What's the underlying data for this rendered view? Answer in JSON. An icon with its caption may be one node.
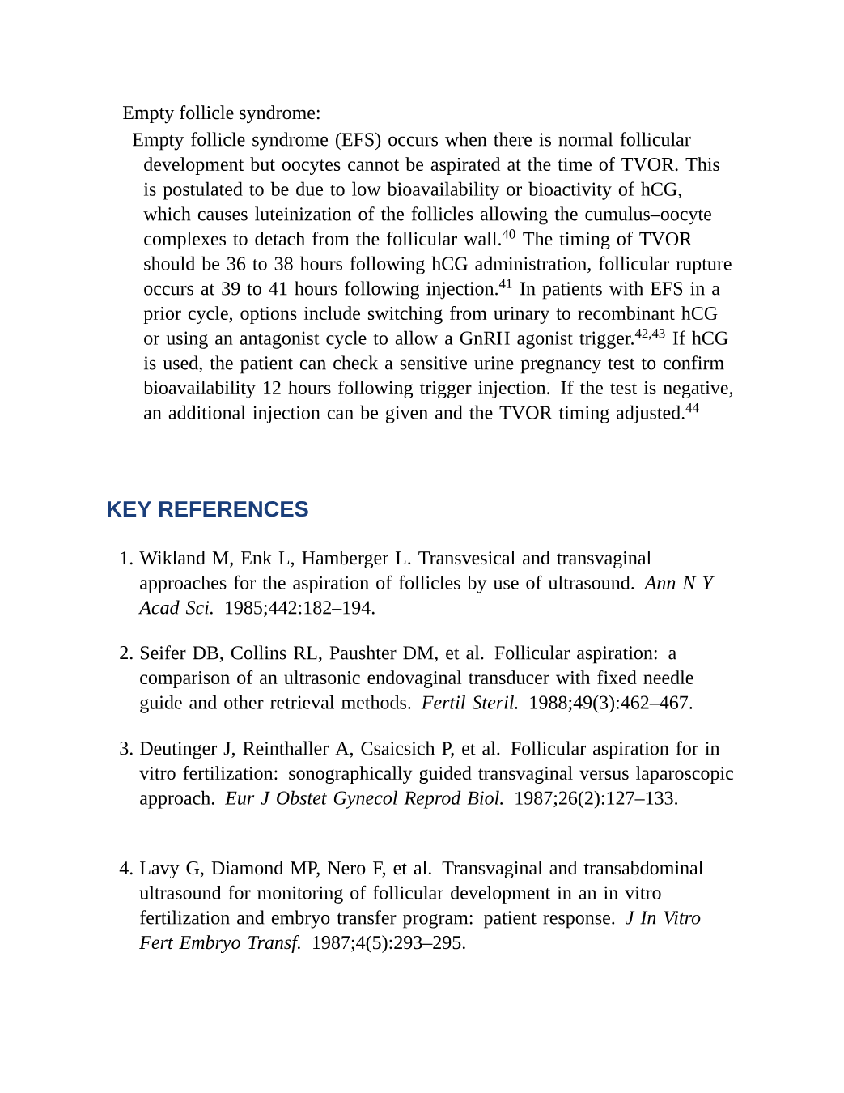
{
  "diagram": {
    "labels": [
      "Empty follicle syndrome:",
      "Empty follicle syndrome (EFS) occurs when there is normal follicular development but oocytes cannot be aspirated at the time of TVOR. This is postulated to be due to low bioavailability or bioactivity of hCG, which causes luteinization of the follicles allowing the cumulus–oocyte complexes to detach from the follicular wall.$^{40}$ The timing of TVOR should be 36 to 38 hours following hCG administration, follicular rupture occurs at 39 to 41 hours following injection.$^{41}$ In patients with EFS in a prior cycle, options include switching from urinary to recombinant hCG or using an antagonist cycle to allow a GnRH agonist trigger.$^{42,43}$ If hCG is used, the patient can check a sensitive urine pregnancy test to confirm bioavailability 12 hours following trigger injection. If the test is negative, an additional injection can be given and the TVOR timing adjusted.$^{44}$",
      "KEY REFERENCES",
      "1.",
      "Wikland M, Enk L, Hamberger L. Transvesical and transvaginal approaches for the aspiration of follicles by use of ultrasound. *Ann N Y Acad Sci.* 1985;442:182–194.",
      "2.",
      "Seifer DB, Collins RL, Paushter DM, et al. Follicular aspiration: a comparison of an ultrasonic endovaginal transducer with fixed needle guide and other retrieval methods. *Fertil Steril.* 1988;49(3):462–467.",
      "3.",
      "Deutinger J, Reinthaller A, Csaicsich P, et al. Follicular aspiration for in vitro fertilization: sonographically guided transvaginal versus laparoscopic approach. *Eur J Obstet Gynecol Reprod Biol.* 1987;26(2):127–133.",
      "4.",
      "Lavy G, Diamond MP, Nero F, et al. Transvaginal and transabdominal ultrasound for monitoring of follicular development in an in vitro fertilization and embryo transfer program: patient response. *J In Vitro Fert Embryo Transf.* 1987;4(5):293–295."
    ]
  }
}
